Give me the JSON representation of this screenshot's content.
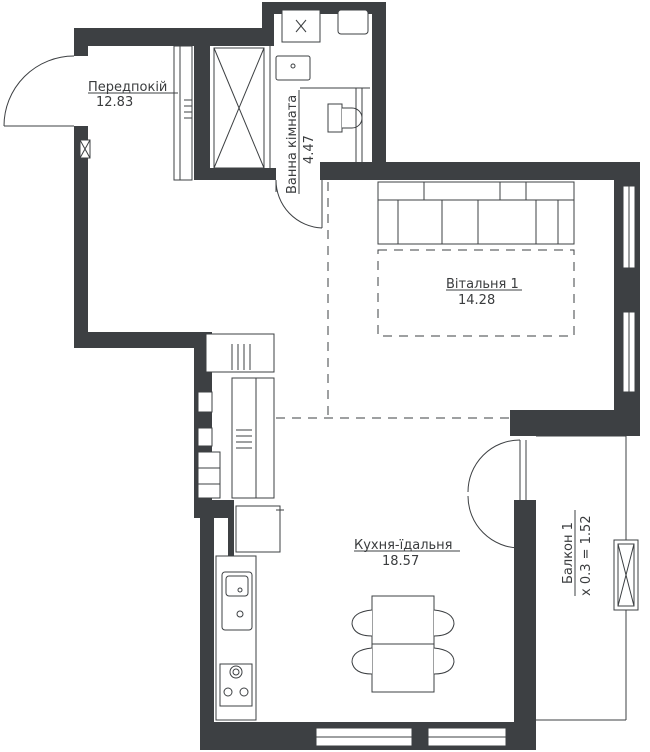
{
  "colors": {
    "wall": "#3d4043",
    "line": "#3d4043",
    "paper": "#ffffff"
  },
  "rooms": {
    "hall": {
      "name": "Передпокій",
      "area": "12.83"
    },
    "bath": {
      "name": "Ванна кімната",
      "area": "4.47"
    },
    "living": {
      "name": "Вітальня 1",
      "area": "14.28"
    },
    "kitchen": {
      "name": "Кухня-їдальня",
      "area": "18.57"
    },
    "balcony": {
      "name": "Балкон 1",
      "area": "x 0.3 = 1.52"
    }
  }
}
